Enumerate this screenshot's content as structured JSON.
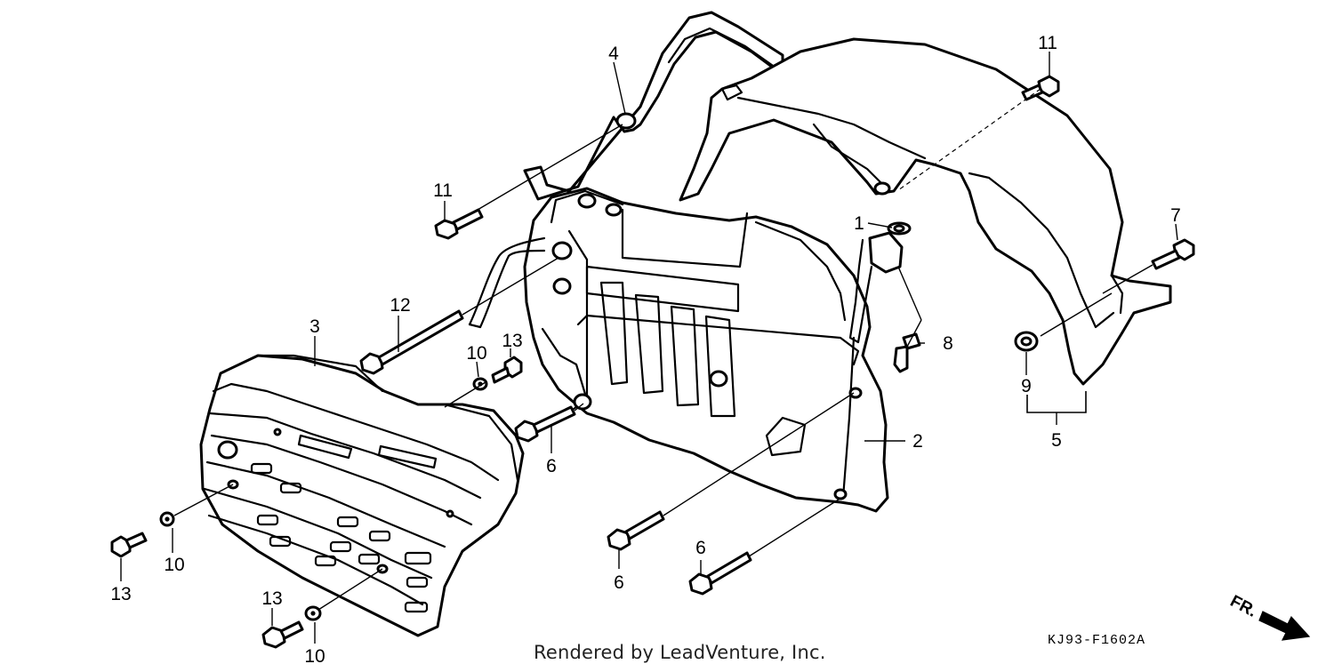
{
  "callouts": [
    {
      "id": "c1",
      "text": "1"
    },
    {
      "id": "c2",
      "text": "2"
    },
    {
      "id": "c3",
      "text": "3"
    },
    {
      "id": "c4",
      "text": "4"
    },
    {
      "id": "c5",
      "text": "5"
    },
    {
      "id": "c6a",
      "text": "6"
    },
    {
      "id": "c6b",
      "text": "6"
    },
    {
      "id": "c6c",
      "text": "6"
    },
    {
      "id": "c7",
      "text": "7"
    },
    {
      "id": "c8",
      "text": "8"
    },
    {
      "id": "c9",
      "text": "9"
    },
    {
      "id": "c10a",
      "text": "10"
    },
    {
      "id": "c10b",
      "text": "10"
    },
    {
      "id": "c10c",
      "text": "10"
    },
    {
      "id": "c11a",
      "text": "11"
    },
    {
      "id": "c11b",
      "text": "11"
    },
    {
      "id": "c12",
      "text": "12"
    },
    {
      "id": "c13a",
      "text": "13"
    },
    {
      "id": "c13b",
      "text": "13"
    },
    {
      "id": "c13c",
      "text": "13"
    }
  ],
  "direction_label": "FR.",
  "footer_text": "Rendered by LeadVenture, Inc.",
  "diagram_code": "KJ93-F1602A"
}
